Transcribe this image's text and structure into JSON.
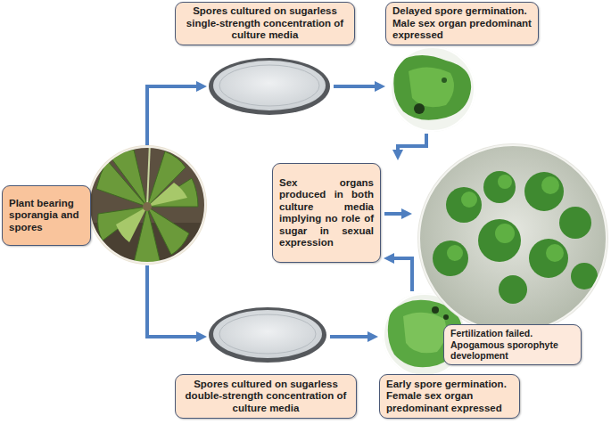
{
  "diagram": {
    "nodes": [
      {
        "text": [
          "Spores cultured on sugarless single-strength concentration of culture media"
        ]
      },
      {
        "text": [
          "Delayed spore germination. Male sex organ predominant expressed"
        ]
      },
      {
        "text": [
          "Plant bearing sporangia and spores"
        ]
      },
      {
        "text": [
          "Sex organs produced in both culture media implying no role of sugar in sexual expression"
        ]
      },
      {
        "text": [
          "Fertilization failed. Apogamous sporophyte development"
        ]
      },
      {
        "text": [
          "Spores cultured on sugarless double-strength concentration of culture media"
        ]
      },
      {
        "text": [
          "Early spore germination. Female sex organ predominant expressed"
        ]
      }
    ]
  }
}
